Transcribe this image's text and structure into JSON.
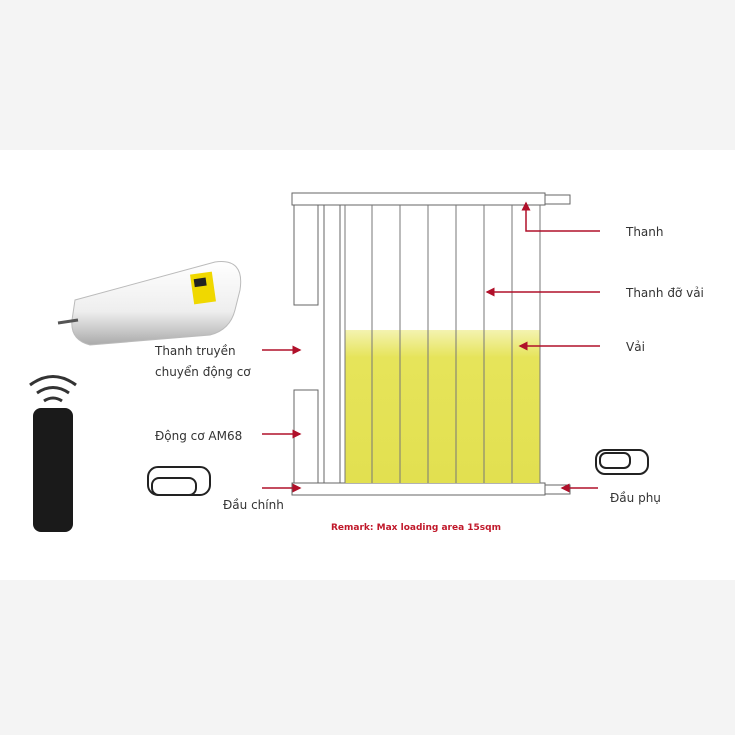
{
  "labels": {
    "thanh": "Thanh",
    "thanh_do_vai": "Thanh đỡ vải",
    "vai": "Vải",
    "dau_phu": "Đầu phụ",
    "thanh_truyen_1": "Thanh truyền",
    "thanh_truyen_2": "chuyển động cơ",
    "dong_co": "Động cơ AM68",
    "dau_chinh": "Đầu chính"
  },
  "remark": "Remark: Max loading area 15sqm",
  "colors": {
    "arrow": "#b0102a",
    "fabric": "#e6e45a"
  }
}
